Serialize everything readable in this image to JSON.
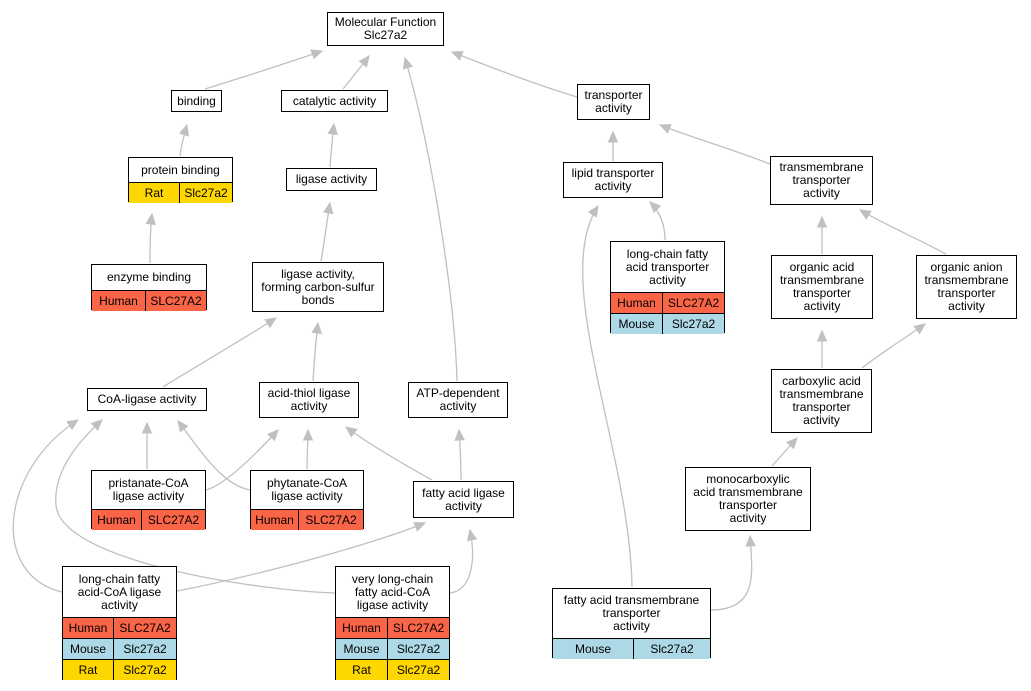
{
  "colors": {
    "node_border": "#000000",
    "edge": "#c0c0c0",
    "species": {
      "Human": "#fa6447",
      "Mouse": "#add8e6",
      "Rat": "#ffd700"
    }
  },
  "nodes": [
    {
      "id": "mf",
      "label": "Molecular Function\nSlc27a2",
      "rows": []
    },
    {
      "id": "binding",
      "label": "binding",
      "rows": []
    },
    {
      "id": "catalytic",
      "label": "catalytic activity",
      "rows": []
    },
    {
      "id": "transporter",
      "label": "transporter\nactivity",
      "rows": []
    },
    {
      "id": "protein_binding",
      "label": "protein binding",
      "rows": [
        {
          "species": "Rat",
          "gene": "Slc27a2"
        }
      ]
    },
    {
      "id": "ligase",
      "label": "ligase activity",
      "rows": []
    },
    {
      "id": "lipid_transporter",
      "label": "lipid transporter\nactivity",
      "rows": []
    },
    {
      "id": "tm_transporter",
      "label": "transmembrane\ntransporter\nactivity",
      "rows": []
    },
    {
      "id": "enzyme_binding",
      "label": "enzyme binding",
      "rows": [
        {
          "species": "Human",
          "gene": "SLC27A2"
        }
      ]
    },
    {
      "id": "ligase_cs",
      "label": "ligase activity,\nforming carbon-sulfur\nbonds",
      "rows": []
    },
    {
      "id": "lcfa_transporter",
      "label": "long-chain fatty\nacid transporter\nactivity",
      "rows": [
        {
          "species": "Human",
          "gene": "SLC27A2"
        },
        {
          "species": "Mouse",
          "gene": "Slc27a2"
        }
      ]
    },
    {
      "id": "oa_tm",
      "label": "organic acid\ntransmembrane\ntransporter\nactivity",
      "rows": []
    },
    {
      "id": "oan_tm",
      "label": "organic anion\ntransmembrane\ntransporter\nactivity",
      "rows": []
    },
    {
      "id": "coa_ligase",
      "label": "CoA-ligase activity",
      "rows": []
    },
    {
      "id": "acid_thiol",
      "label": "acid-thiol ligase\nactivity",
      "rows": []
    },
    {
      "id": "atp_dep",
      "label": "ATP-dependent\nactivity",
      "rows": []
    },
    {
      "id": "carboxylic_tm",
      "label": "carboxylic acid\ntransmembrane\ntransporter\nactivity",
      "rows": []
    },
    {
      "id": "pristanate",
      "label": "pristanate-CoA\nligase activity",
      "rows": [
        {
          "species": "Human",
          "gene": "SLC27A2"
        }
      ]
    },
    {
      "id": "phytanate",
      "label": "phytanate-CoA\nligase activity",
      "rows": [
        {
          "species": "Human",
          "gene": "SLC27A2"
        }
      ]
    },
    {
      "id": "fa_ligase",
      "label": "fatty acid ligase\nactivity",
      "rows": []
    },
    {
      "id": "monocarboxylic_tm",
      "label": "monocarboxylic\nacid transmembrane\ntransporter\nactivity",
      "rows": []
    },
    {
      "id": "lcfa_coa",
      "label": "long-chain fatty\nacid-CoA ligase\nactivity",
      "rows": [
        {
          "species": "Human",
          "gene": "SLC27A2"
        },
        {
          "species": "Mouse",
          "gene": "Slc27a2"
        },
        {
          "species": "Rat",
          "gene": "Slc27a2"
        }
      ]
    },
    {
      "id": "vlcfa_coa",
      "label": "very long-chain\nfatty acid-CoA\nligase activity",
      "rows": [
        {
          "species": "Human",
          "gene": "SLC27A2"
        },
        {
          "species": "Mouse",
          "gene": "Slc27a2"
        },
        {
          "species": "Rat",
          "gene": "Slc27a2"
        }
      ]
    },
    {
      "id": "fa_tm",
      "label": "fatty acid transmembrane\ntransporter\nactivity",
      "rows": [
        {
          "species": "Mouse",
          "gene": "Slc27a2"
        }
      ]
    }
  ],
  "edges": [
    {
      "from": "binding",
      "to": "mf"
    },
    {
      "from": "catalytic",
      "to": "mf"
    },
    {
      "from": "transporter",
      "to": "mf"
    },
    {
      "from": "atp_dep",
      "to": "mf"
    },
    {
      "from": "protein_binding",
      "to": "binding"
    },
    {
      "from": "enzyme_binding",
      "to": "protein_binding"
    },
    {
      "from": "ligase",
      "to": "catalytic"
    },
    {
      "from": "ligase_cs",
      "to": "ligase"
    },
    {
      "from": "coa_ligase",
      "to": "ligase_cs"
    },
    {
      "from": "acid_thiol",
      "to": "ligase_cs"
    },
    {
      "from": "pristanate",
      "to": "coa_ligase"
    },
    {
      "from": "pristanate",
      "to": "acid_thiol"
    },
    {
      "from": "phytanate",
      "to": "coa_ligase"
    },
    {
      "from": "phytanate",
      "to": "acid_thiol"
    },
    {
      "from": "fa_ligase",
      "to": "acid_thiol"
    },
    {
      "from": "fa_ligase",
      "to": "atp_dep"
    },
    {
      "from": "lcfa_coa",
      "to": "coa_ligase"
    },
    {
      "from": "lcfa_coa",
      "to": "fa_ligase"
    },
    {
      "from": "vlcfa_coa",
      "to": "coa_ligase"
    },
    {
      "from": "vlcfa_coa",
      "to": "fa_ligase"
    },
    {
      "from": "lipid_transporter",
      "to": "transporter"
    },
    {
      "from": "tm_transporter",
      "to": "transporter"
    },
    {
      "from": "lcfa_transporter",
      "to": "lipid_transporter"
    },
    {
      "from": "fa_tm",
      "to": "lipid_transporter"
    },
    {
      "from": "oa_tm",
      "to": "tm_transporter"
    },
    {
      "from": "oan_tm",
      "to": "tm_transporter"
    },
    {
      "from": "carboxylic_tm",
      "to": "oa_tm"
    },
    {
      "from": "carboxylic_tm",
      "to": "oan_tm"
    },
    {
      "from": "monocarboxylic_tm",
      "to": "carboxylic_tm"
    },
    {
      "from": "fa_tm",
      "to": "monocarboxylic_tm"
    }
  ]
}
